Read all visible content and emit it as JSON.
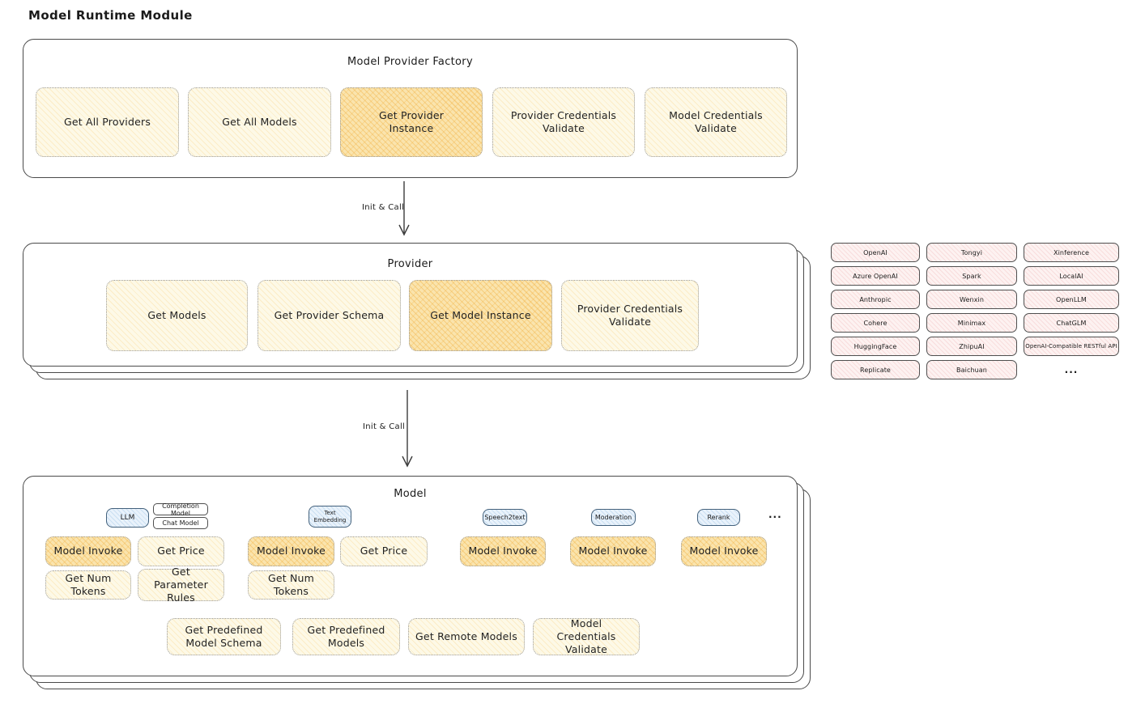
{
  "title": "Model Runtime Module",
  "arrow": {
    "init_call": "Init & Call"
  },
  "colors": {
    "yellow_box": "#fdf9e7",
    "yellow_highlight": "#fae4ad",
    "pink_box": "#fdf2f1",
    "blue_tag": "#e9f2fb",
    "outline": "#4a4a4a"
  },
  "factory": {
    "title": "Model Provider Factory",
    "boxes": [
      {
        "label": "Get All Providers",
        "highlighted": false
      },
      {
        "label": "Get All Models",
        "highlighted": false
      },
      {
        "label": "Get Provider Instance",
        "highlighted": true
      },
      {
        "label": "Provider Credentials Validate",
        "highlighted": false
      },
      {
        "label": "Model Credentials Validate",
        "highlighted": false
      }
    ]
  },
  "provider": {
    "title": "Provider",
    "boxes": [
      {
        "label": "Get Models",
        "highlighted": false
      },
      {
        "label": "Get Provider Schema",
        "highlighted": false
      },
      {
        "label": "Get Model Instance",
        "highlighted": true
      },
      {
        "label": "Provider Credentials Validate",
        "highlighted": false
      }
    ]
  },
  "providers": {
    "col1": [
      "OpenAI",
      "Azure OpenAI",
      "Anthropic",
      "Cohere",
      "HuggingFace",
      "Replicate"
    ],
    "col2": [
      "Tongyi",
      "Spark",
      "Wenxin",
      "Minimax",
      "ZhipuAI",
      "Baichuan"
    ],
    "col3": [
      "Xinference",
      "LocalAI",
      "OpenLLM",
      "ChatGLM",
      "OpenAI-Compatible RESTful API"
    ],
    "ellipsis": "..."
  },
  "model": {
    "title": "Model",
    "ellipsis": "...",
    "tags": {
      "llm": "LLM",
      "completion": "Completion Model",
      "chat": "Chat Model",
      "text_embedding": "Text Embedding",
      "speech2text": "Speech2text",
      "moderation": "Moderation",
      "rerank": "Rerank"
    },
    "functions": {
      "model_invoke": "Model Invoke",
      "get_price": "Get Price",
      "get_num_tokens": "Get Num Tokens",
      "get_parameter_rules": "Get Parameter Rules",
      "get_predefined_model_schema": "Get Predefined Model Schema",
      "get_predefined_models": "Get Predefined Models",
      "get_remote_models": "Get Remote Models",
      "model_credentials_validate": "Model Credentials Validate"
    }
  }
}
